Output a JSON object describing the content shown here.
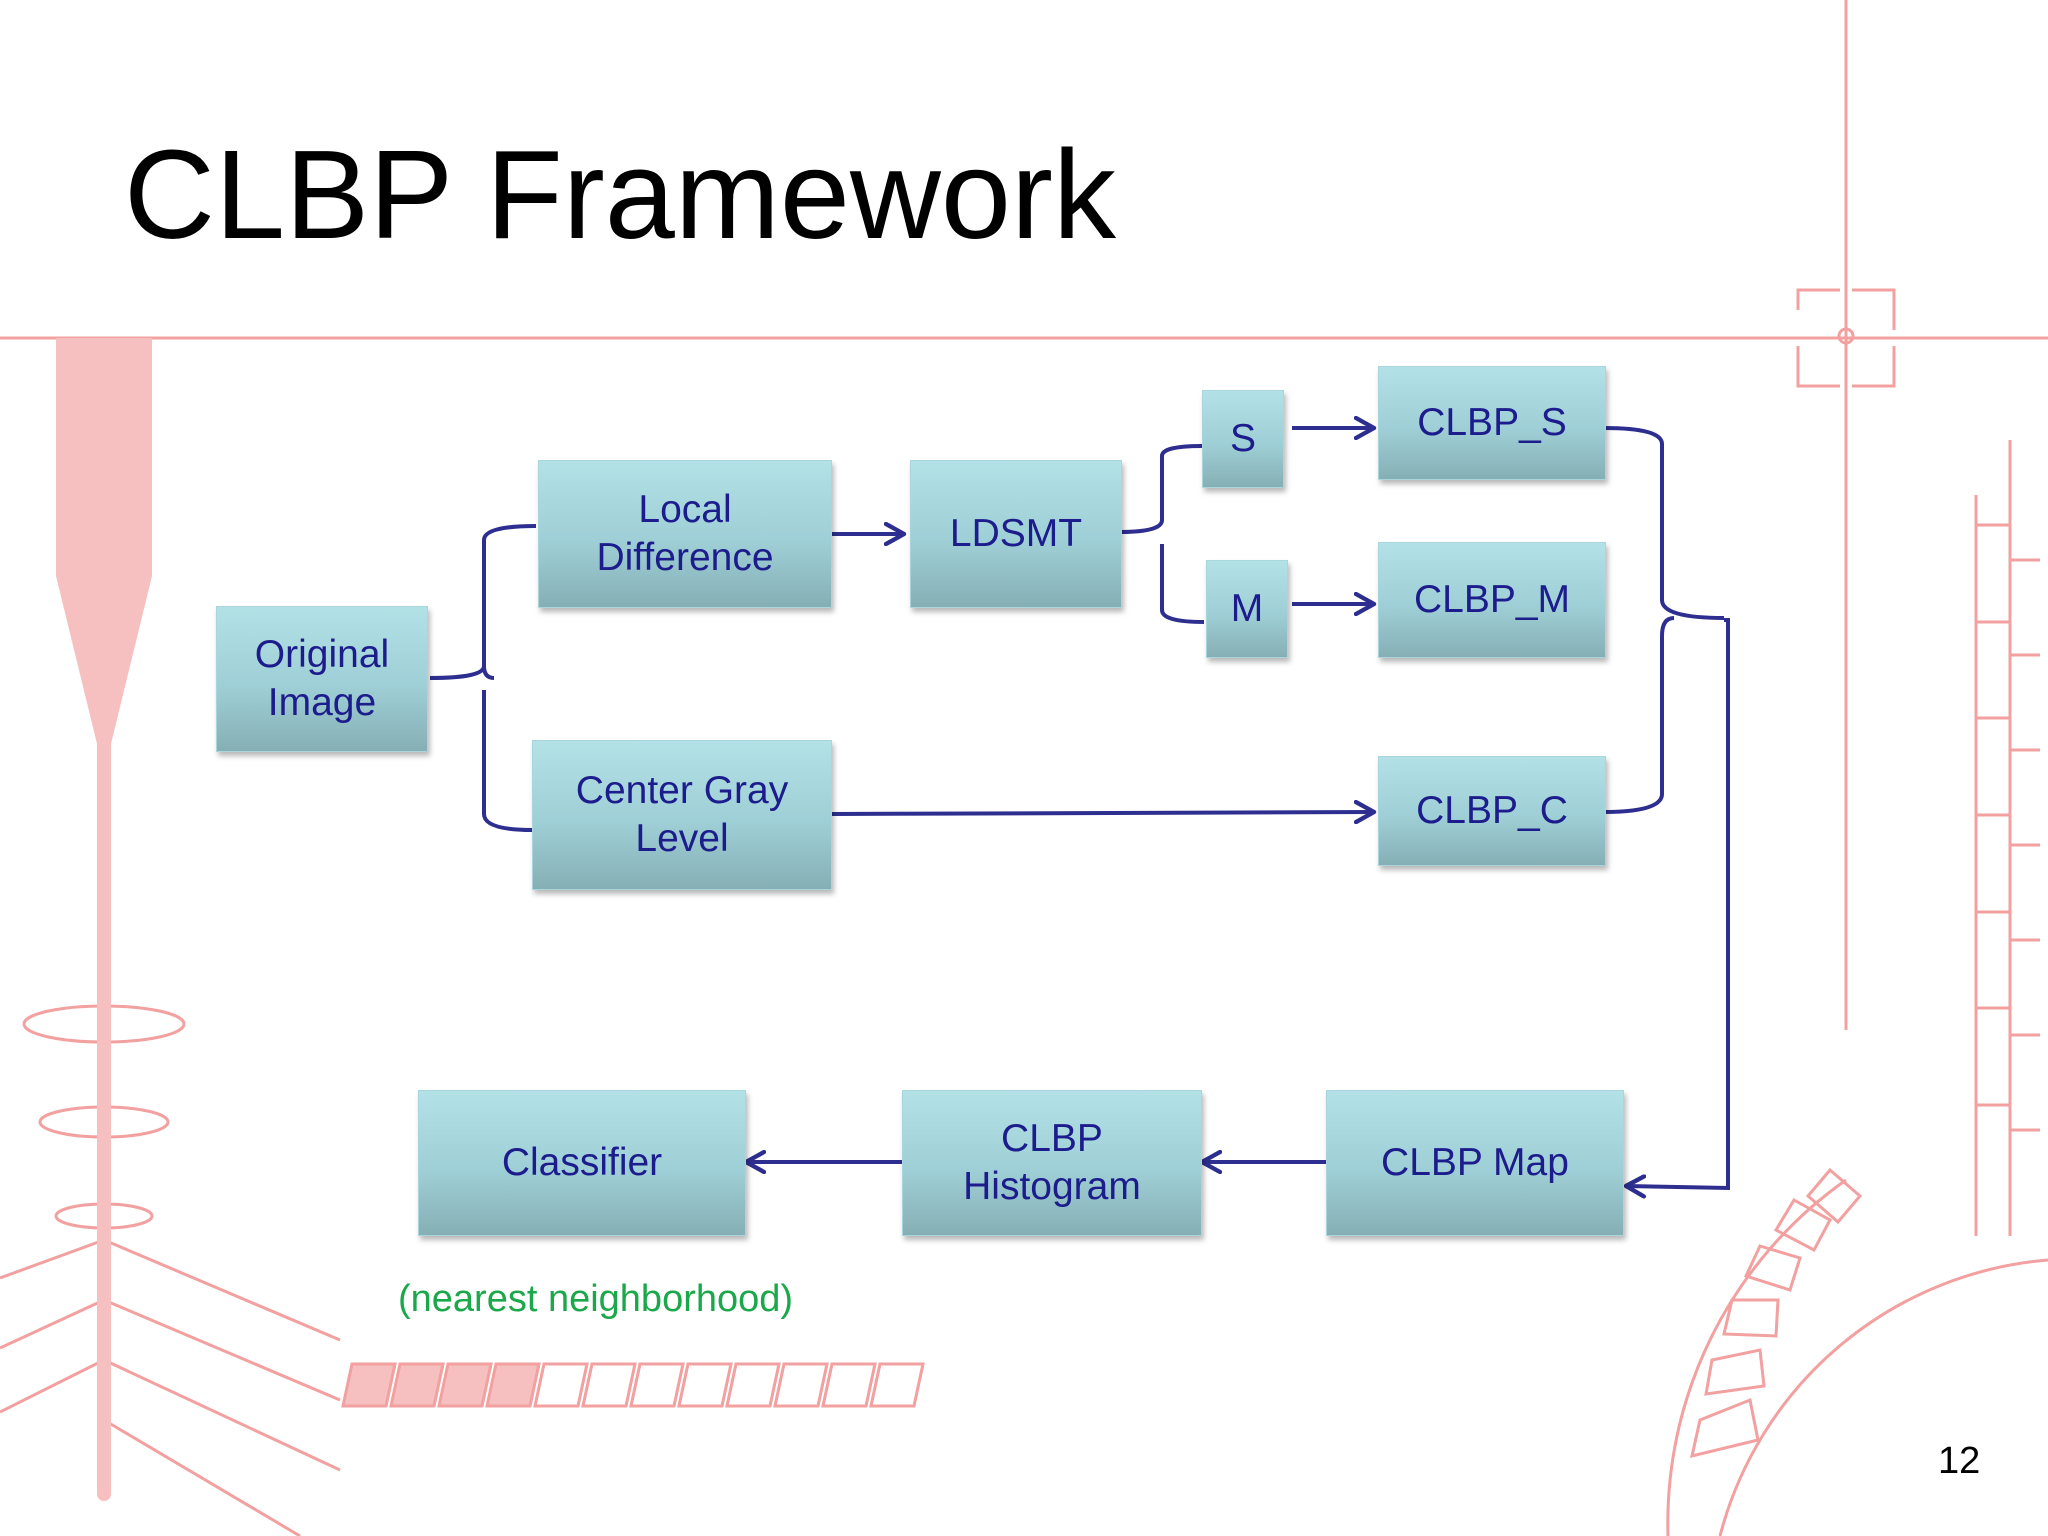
{
  "slide": {
    "title": "CLBP Framework",
    "page_number": "12",
    "note": "(nearest neighborhood)"
  },
  "boxes": {
    "original_image": "Original\nImage",
    "local_difference": "Local\nDifference",
    "ldsmt": "LDSMT",
    "s": "S",
    "m": "M",
    "clbp_s": "CLBP_S",
    "clbp_m": "CLBP_M",
    "center_gray_level": "Center Gray\nLevel",
    "clbp_c": "CLBP_C",
    "clbp_map": "CLBP Map",
    "clbp_histogram": "CLBP\nHistogram",
    "classifier": "Classifier"
  },
  "colors": {
    "arrow": "#2d2e8f",
    "box_text": "#1c1c8c",
    "note_text": "#1aa84a",
    "decoration": "#f2a0a0"
  }
}
